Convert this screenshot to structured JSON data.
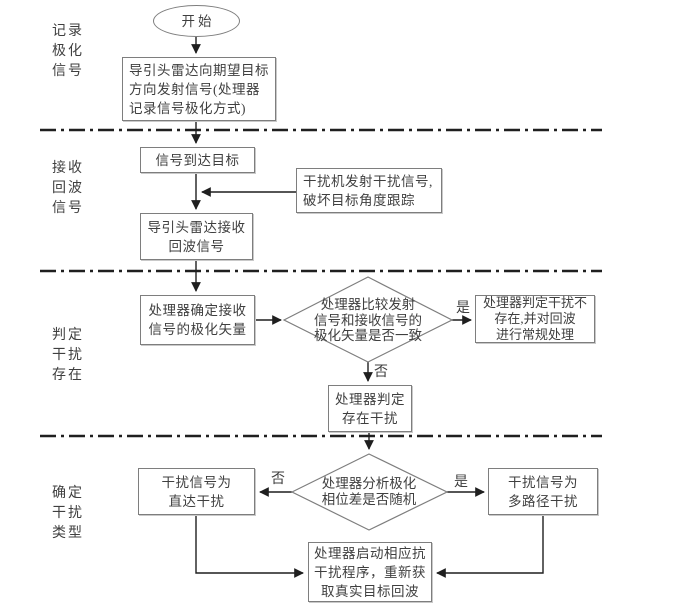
{
  "colors": {
    "background": "#ffffff",
    "line": "#1f1f1f",
    "box_border": "#7e7e7e",
    "text": "#3f3f3f",
    "shadow": "#c9c9c9"
  },
  "sections": [
    {
      "label": "记录\n极化\n信号"
    },
    {
      "label": "接收\n回波\n信号"
    },
    {
      "label": "判定\n干扰\n存在"
    },
    {
      "label": "确定\n干扰\n类型"
    }
  ],
  "nodes": {
    "start": "开始",
    "transmit": "导引头雷达向期望目标\n方向发射信号(处理器\n记录信号极化方式)",
    "arrive": "信号到达目标",
    "jammer": "干扰机发射干扰信号,\n破坏目标角度跟踪",
    "receive": "导引头雷达接收\n回波信号",
    "vector": "处理器确定接收\n信号的极化矢量",
    "compare": "处理器比较发射\n信号和接收信号的\n极化矢量是否一致",
    "no_jam": "处理器判定干扰不\n存在,并对回波\n进行常规处理",
    "jam_exists": "处理器判定\n存在干扰",
    "analyze": "处理器分析极化\n相位差是否随机",
    "direct": "干扰信号为\n直达干扰",
    "multipath": "干扰信号为\n多路径干扰",
    "anti_jam": "处理器启动相应抗\n干扰程序，重新获\n取真实目标回波"
  },
  "branch_labels": {
    "compare_yes": "是",
    "compare_no": "否",
    "analyze_no": "否",
    "analyze_yes": "是"
  }
}
